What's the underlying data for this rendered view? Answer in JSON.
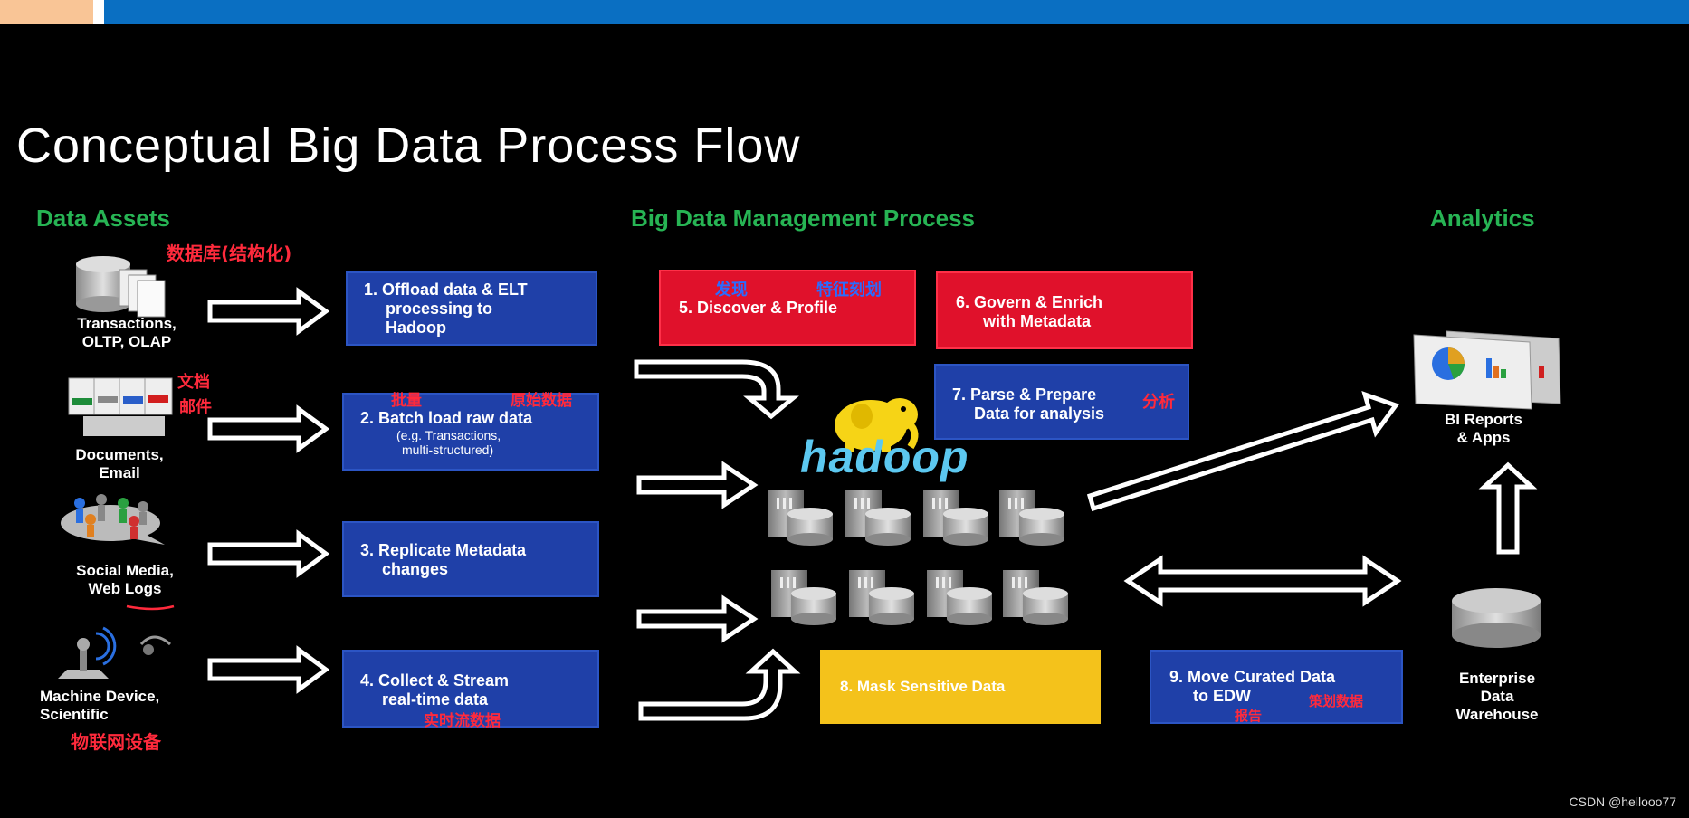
{
  "title": "Conceptual Big Data Process Flow",
  "sections": {
    "assets": "Data Assets",
    "management": "Big Data Management Process",
    "analytics": "Analytics"
  },
  "assets": [
    {
      "line1": "Transactions,",
      "line2": "OLTP, OLAP"
    },
    {
      "line1": "Documents,",
      "line2": "Email"
    },
    {
      "line1": "Social Media,",
      "line2": "Web Logs"
    },
    {
      "line1": "Machine Device,",
      "line2": "Scientific"
    }
  ],
  "process": [
    {
      "line1": "1. Offload data & ELT",
      "line2": "processing to",
      "line3": "Hadoop"
    },
    {
      "line1": "2. Batch load raw data",
      "sub1": "(e.g. Transactions,",
      "sub2": "multi-structured)"
    },
    {
      "line1": "3. Replicate Metadata",
      "line2": "changes"
    },
    {
      "line1": "4. Collect & Stream",
      "line2": "real-time data"
    }
  ],
  "steps": {
    "s5": "5. Discover & Profile",
    "s6_l1": "6. Govern & Enrich",
    "s6_l2": "with Metadata",
    "s7_l1": "7. Parse & Prepare",
    "s7_l2": "Data for analysis",
    "s8": "8. Mask Sensitive Data",
    "s9_l1": "9. Move Curated Data",
    "s9_l2": "to EDW"
  },
  "hadoop": "hadoop",
  "outputs": {
    "bi_l1": "BI Reports",
    "bi_l2": "& Apps",
    "edw_l1": "Enterprise",
    "edw_l2": "Data",
    "edw_l3": "Warehouse"
  },
  "annotations": {
    "db": "数据库(结构化)",
    "doc1": "文档",
    "doc2": "邮件",
    "iot": "物联网设备",
    "batch": "批量",
    "raw": "原始数据",
    "realtime": "实时流数据",
    "discover": "发现",
    "feature": "特征刻划",
    "analysis": "分析",
    "report": "报告",
    "curated": "策划数据"
  },
  "credit": "CSDN @hellooo77",
  "colors": {
    "blue_box": "#1f40a8",
    "red_box": "#e0112b",
    "yellow_box": "#f4c21b",
    "section_green": "#27b454",
    "topbar": "#0a6fc2"
  }
}
